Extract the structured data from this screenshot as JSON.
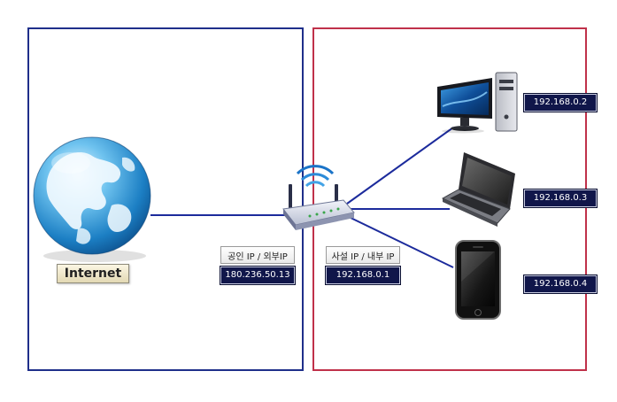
{
  "colors": {
    "internet_zone_border": "#1f2f8a",
    "local_zone_border": "#c0314a",
    "link_line": "#1c2b9c",
    "label_background": "#10164a"
  },
  "internet": {
    "label": "Internet",
    "icon": "globe-icon"
  },
  "router": {
    "icon": "wireless-router-icon",
    "public_caption": "공인 IP / 외부IP",
    "public_ip": "180.236.50.13",
    "private_caption": "사설 IP / 내부 IP",
    "private_ip": "192.168.0.1"
  },
  "devices": [
    {
      "icon": "desktop-computer-icon",
      "ip": "192.168.0.2"
    },
    {
      "icon": "laptop-icon",
      "ip": "192.168.0.3"
    },
    {
      "icon": "smartphone-icon",
      "ip": "192.168.0.4"
    }
  ]
}
